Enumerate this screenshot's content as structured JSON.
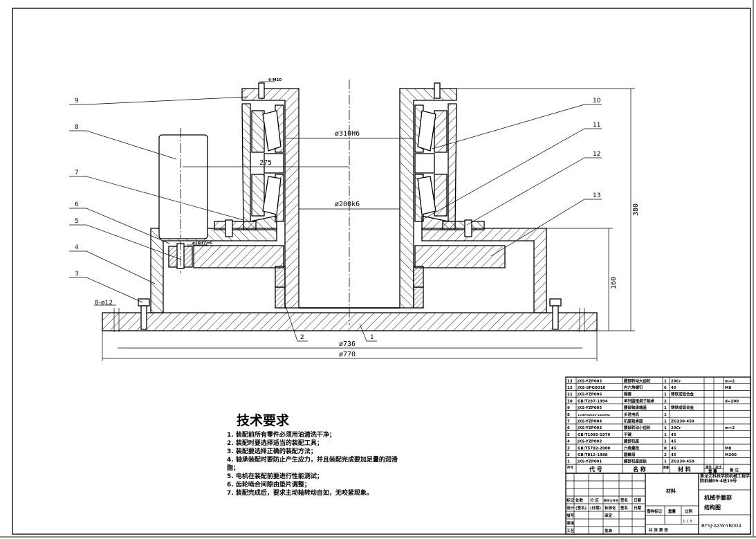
{
  "drawing": {
    "annotations": {
      "bolt_top": "6-M10",
      "bearing_bore": "ø310H6",
      "shaft_dia": "ø200k6",
      "center_distance": "275",
      "pin_fit": "ø16H7/r6",
      "base_holes": "8-ø12",
      "bolt_circle": "ø736",
      "base_dia": "ø770",
      "height_total": "380",
      "height_housing": "160"
    },
    "leaders": [
      "1",
      "2",
      "3",
      "4",
      "5",
      "6",
      "7",
      "8",
      "9",
      "10",
      "11",
      "12",
      "13"
    ]
  },
  "tech_requirements": {
    "title": "技术要求",
    "items": [
      "1. 装配前所有零件必须用油清洗干净；",
      "2. 装配时要选择适当的装配工具；",
      "3. 装配要选择正确的装配方法；",
      "4. 轴承装配时要防止产生应力，并且装配完成要加足量的润滑",
      "脂；",
      "5. 电机在装配前要进行性能测试；",
      "6. 齿轮啮合间隙由垫片调整；",
      "7. 装配完成后，要求主动轴转动自如，无咬紧现象。"
    ]
  },
  "parts_list": {
    "rows": [
      {
        "no": "13",
        "code": "JXS-YZP003",
        "name": "腰部转动大齿轮",
        "qty": "1",
        "material": "20Cr",
        "note": "m=2"
      },
      {
        "no": "12",
        "code": "JXS-SPG0010",
        "name": "内六角螺钉",
        "qty": "6",
        "material": "45",
        "note": "M8"
      },
      {
        "no": "11",
        "code": "JXS-YZP006",
        "name": "隔套",
        "qty": "1",
        "material": "铸铁或铝合金",
        "note": ""
      },
      {
        "no": "10",
        "code": "GB/T297-1994",
        "name": "单列圆锥滚子轴承",
        "qty": "2",
        "material": "",
        "note": "d=200"
      },
      {
        "no": "9",
        "code": "JXS-YZP005",
        "name": "腰部轴承端盖",
        "qty": "1",
        "material": "铸铁或铝合金",
        "note": ""
      },
      {
        "no": "8",
        "code": "110BYG2502-SAKRMA",
        "name": "步进电机",
        "qty": "1",
        "material": "",
        "note": ""
      },
      {
        "no": "7",
        "code": "JXS-YZP004",
        "name": "机座轴承座",
        "qty": "1",
        "material": "ZG230-450",
        "note": ""
      },
      {
        "no": "6",
        "code": "JXS-YZP003",
        "name": "腰部转动小齿轮",
        "qty": "1",
        "material": "20Cr",
        "note": "m=2"
      },
      {
        "no": "5",
        "code": "GB/T1095-1979",
        "name": "平键",
        "qty": "1",
        "material": "45",
        "note": ""
      },
      {
        "no": "4",
        "code": "JXS-YZP002",
        "name": "腰部机座",
        "qty": "1",
        "material": "45",
        "note": ""
      },
      {
        "no": "3",
        "code": "GB/T5782-2000",
        "name": "六角螺栓",
        "qty": "8",
        "material": "45",
        "note": "M8"
      },
      {
        "no": "2",
        "code": "GB/T812-1988",
        "name": "圆螺母",
        "qty": "2",
        "material": "45",
        "note": "M200"
      },
      {
        "no": "1",
        "code": "JXS-YZP001",
        "name": "腰部机座底板",
        "qty": "1",
        "material": "ZG230-450",
        "note": ""
      }
    ],
    "header": {
      "no": "序号",
      "code": "代 号",
      "name": "名 称",
      "qty": "数量",
      "material": "材 料",
      "unit_wt": "单件",
      "total_wt": "总计",
      "weight": "重 量",
      "note": "备 注"
    }
  },
  "title_block": {
    "material": "材料",
    "school": "黑龙江科技学院机械工程学院机械09-4班19号",
    "drawing_title_1": "机械手腰部",
    "drawing_title_2": "结构图",
    "drawing_no": "BYSJ-AXW-YB004",
    "scale": "1:1.5",
    "row_labels": {
      "mark": "标记",
      "count": "处数",
      "zone": "分 区",
      "change_doc": "更改文件号",
      "sign": "签名",
      "date": "日期",
      "design": "设计",
      "sign2": "(签名)",
      "date2": "(日期)",
      "std": "标准化",
      "sign3": "签名",
      "date3": "日期",
      "draft": "描写",
      "check": "审核",
      "craft": "工艺",
      "approve": "批准",
      "reviewer": "审定",
      "drawing_mark": "图样标记",
      "weight": "重量",
      "ratio": "比例",
      "sheets": "共   张  第   张"
    }
  }
}
